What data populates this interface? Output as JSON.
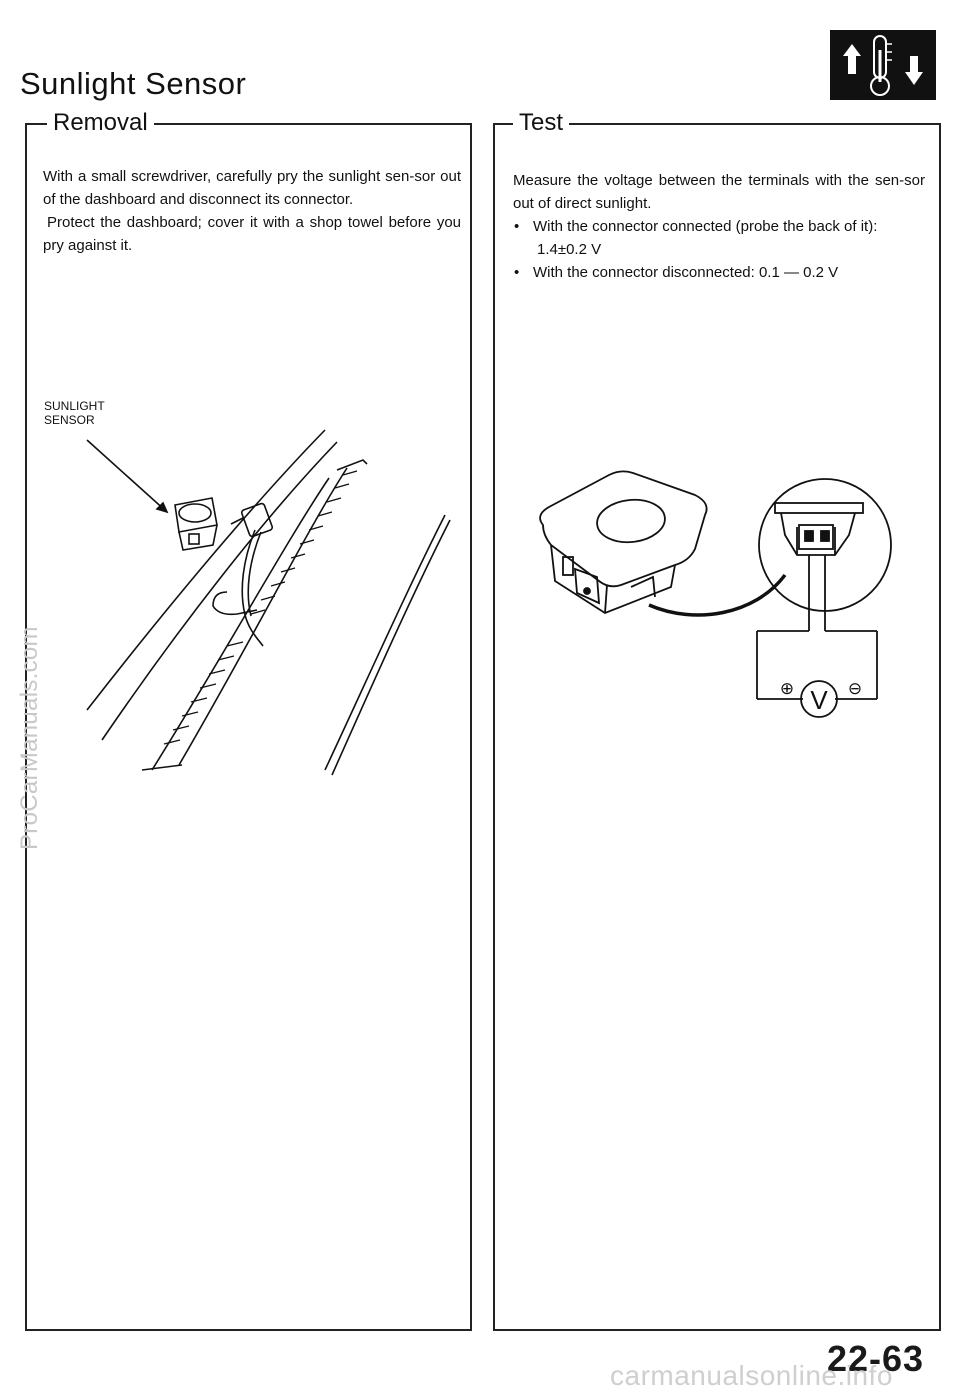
{
  "page": {
    "title": "Sunlight Sensor",
    "page_number": "22-63"
  },
  "header_icon": {
    "name": "temperature-arrows-icon"
  },
  "removal": {
    "heading": "Removal",
    "paragraph1": "With a small screwdriver, carefully pry the sunlight sen-sor out of the dashboard and disconnect its connector.",
    "paragraph2": "Protect the dashboard; cover it with a shop towel before you pry against it.",
    "callout_line1": "SUNLIGHT",
    "callout_line2": "SENSOR"
  },
  "test": {
    "heading": "Test",
    "paragraph": "Measure the voltage between the terminals with the sen-sor out of direct sunlight.",
    "bullets": [
      {
        "text": "With the connector connected (probe the back of it):",
        "value": "1.4±0.2 V"
      },
      {
        "text": "With the connector disconnected: 0.1 — 0.2 V"
      }
    ],
    "meter_symbol": "V",
    "plus_symbol": "⊕",
    "minus_symbol": "⊖"
  },
  "watermarks": {
    "side": "ProCarManuals.com",
    "bottom": "carmanualsonline.info"
  }
}
